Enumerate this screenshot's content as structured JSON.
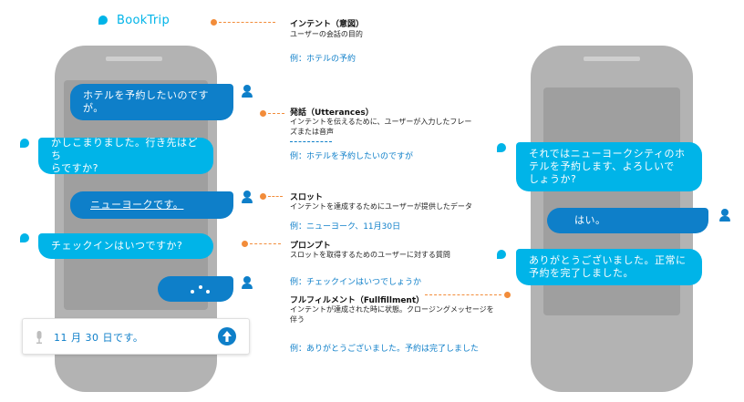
{
  "brand": {
    "name": "BookTrip",
    "color": "#00b4e8"
  },
  "colors": {
    "user_bubble": "#0e7fc9",
    "bot_bubble": "#00b4e8",
    "connector": "#f28c3a",
    "example_text": "#0e7fc9",
    "phone": "#b3b3b3"
  },
  "left_chat": {
    "messages": [
      {
        "role": "user",
        "text": "ホテルを予約したいのです\nが。",
        "icon": "person-icon"
      },
      {
        "role": "bot",
        "text": "かしこまりました。行き先はどち\nらですか?",
        "icon": "bot-icon"
      },
      {
        "role": "user",
        "text": "ニューヨークです。",
        "icon": "person-icon",
        "underlined": true
      },
      {
        "role": "bot",
        "text": "チェックインはいつですか?",
        "icon": "bot-icon"
      },
      {
        "role": "user",
        "typing": true,
        "icon": "person-icon"
      }
    ],
    "input": {
      "value": "11 月 30 日です。",
      "mic_icon": "microphone-icon",
      "send_icon": "send-arrow-icon"
    }
  },
  "right_chat": {
    "messages": [
      {
        "role": "bot",
        "text": "それではニューヨークシティのホ\nテルを予約します、よろしいで\nしょうか?",
        "icon": "bot-icon"
      },
      {
        "role": "user",
        "text": "はい。",
        "icon": "person-icon"
      },
      {
        "role": "bot",
        "text": "ありがとうございました。正常に\n予約を完了しました。",
        "icon": "bot-icon"
      }
    ]
  },
  "annotations": [
    {
      "title": "インテント（意図）",
      "desc": "ユーザーの会話の目的",
      "example": "例：ホテルの予約"
    },
    {
      "title": "発話（Utterances）",
      "desc": "インテントを伝えるために、ユーザーが入力したフレー\nズまたは音声",
      "example": "例：ホテルを予約したいのですが"
    },
    {
      "title": "スロット",
      "desc": "インテントを達成するためにユーザーが提供したデータ",
      "example": "例：ニューヨーク、11月30日"
    },
    {
      "title": "プロンプト",
      "desc": "スロットを取得するためのユーザーに対する質問",
      "example": "例：チェックインはいつでしょうか"
    },
    {
      "title": "フルフィルメント（Fullfillment）",
      "desc": "インテントが達成された時に状態。クロージングメッセージを\n伴う",
      "example": "例：ありがとうございました。予約は完了しました"
    }
  ]
}
